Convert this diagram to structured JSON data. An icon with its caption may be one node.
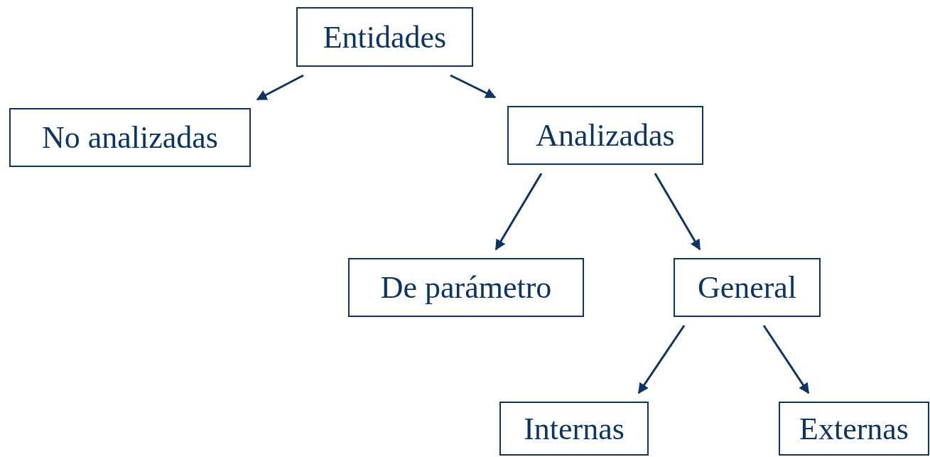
{
  "diagram": {
    "nodes": [
      {
        "text": [
          "Entidades"
        ]
      },
      {
        "text": [
          "No analizadas"
        ]
      },
      {
        "text": [
          "Analizadas"
        ]
      },
      {
        "text": [
          "De parámetro"
        ]
      },
      {
        "text": [
          "General"
        ]
      },
      {
        "text": [
          "Internas"
        ]
      },
      {
        "text": [
          "Externas"
        ]
      }
    ],
    "edges": [
      {
        "from": 0,
        "to": 1,
        "arrow": "to"
      },
      {
        "from": 0,
        "to": 2,
        "arrow": "to"
      },
      {
        "from": 2,
        "to": 3,
        "arrow": "to"
      },
      {
        "from": 2,
        "to": 4,
        "arrow": "to"
      },
      {
        "from": 4,
        "to": 5,
        "arrow": "to"
      },
      {
        "from": 4,
        "to": 6,
        "arrow": "to"
      }
    ]
  }
}
